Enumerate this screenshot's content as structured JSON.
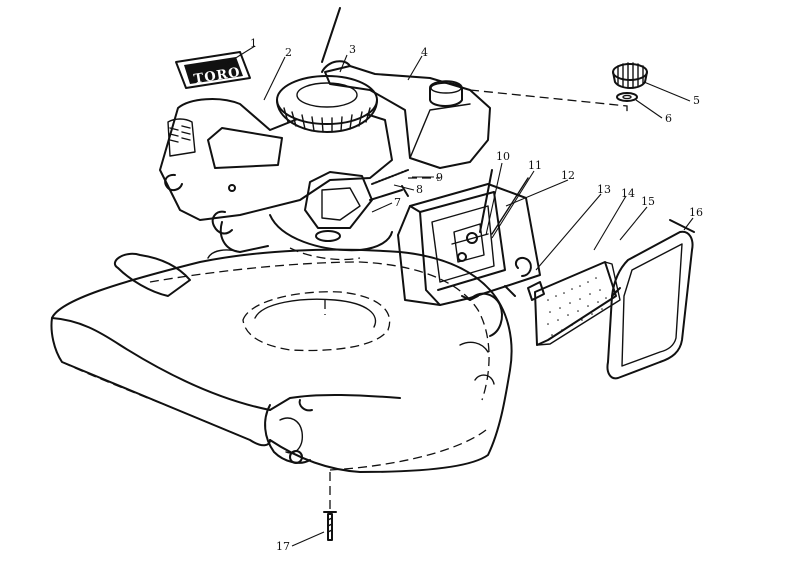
{
  "diagram": {
    "logo_text": "TORO",
    "callouts": {
      "c1": "1",
      "c2": "2",
      "c3": "3",
      "c4": "4",
      "c5": "5",
      "c6": "6",
      "c7": "7",
      "c8": "8",
      "c9": "9",
      "c10": "10",
      "c11": "11",
      "c12": "12",
      "c13": "13",
      "c14": "14",
      "c15": "15",
      "c16": "16",
      "c17": "17"
    }
  }
}
